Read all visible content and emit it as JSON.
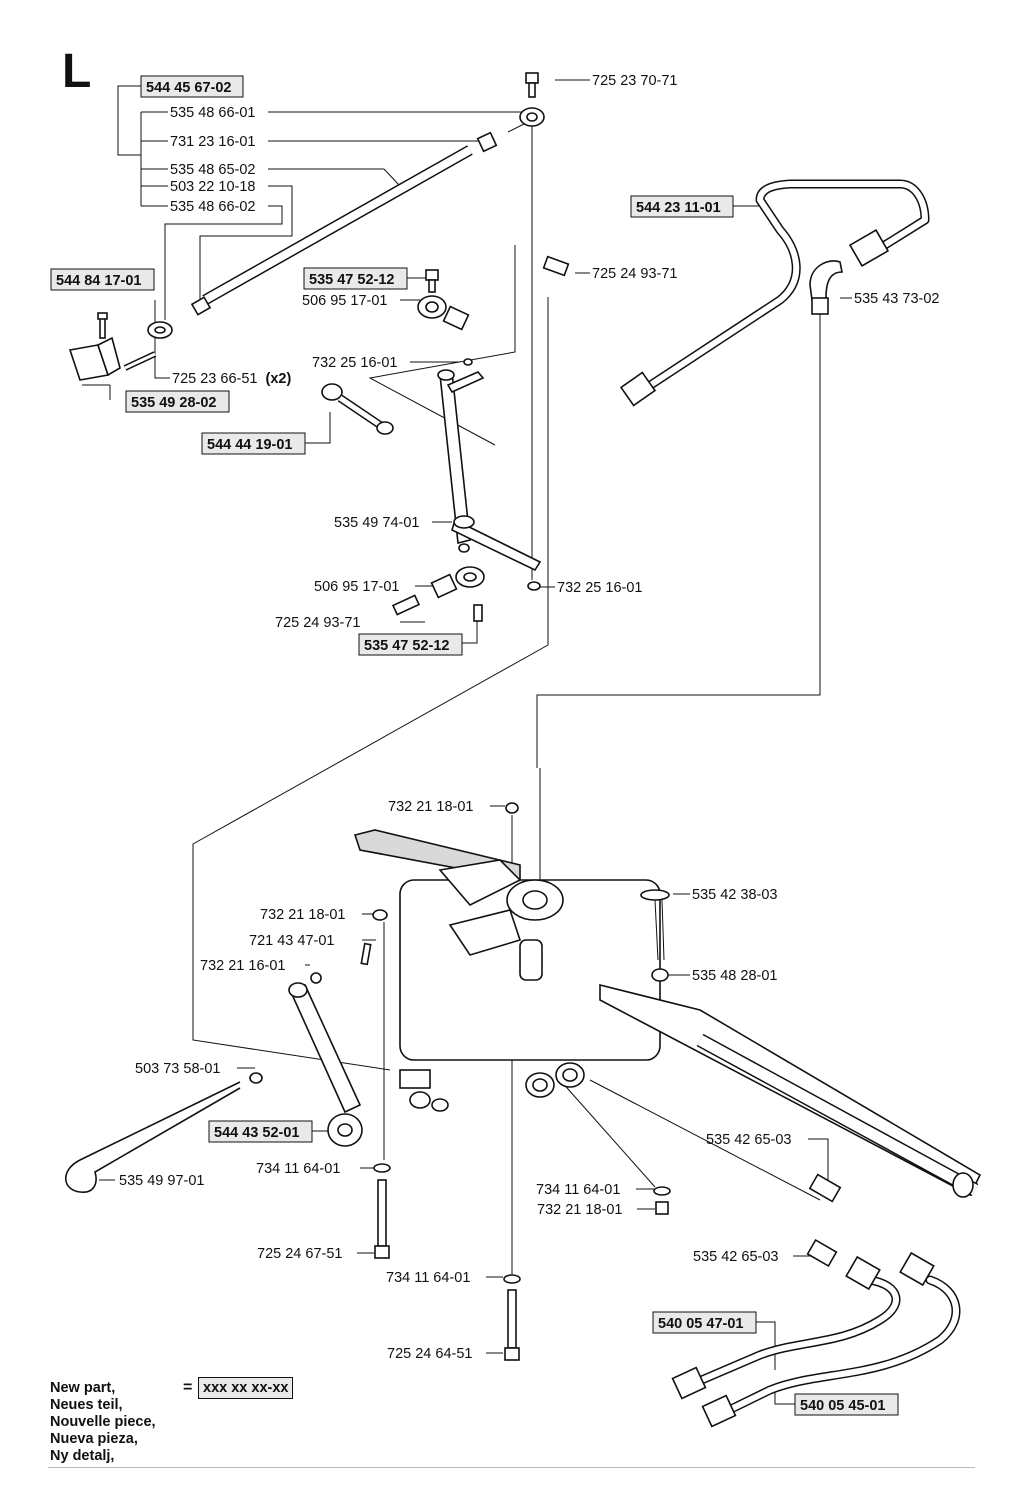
{
  "section": "L",
  "legend": {
    "lines": [
      "New part,",
      "Neues teil,",
      "Nouvelle piece,",
      "Nueva pieza,",
      "Ny detalj,"
    ],
    "equals": "=",
    "sample": "xxx xx xx-xx"
  },
  "parts": [
    {
      "id": "p0",
      "text": "544 45 67-02",
      "new": true
    },
    {
      "id": "p1",
      "text": "535 48 66-01",
      "new": false
    },
    {
      "id": "p2",
      "text": "731 23 16-01",
      "new": false
    },
    {
      "id": "p3",
      "text": "535 48 65-02",
      "new": false
    },
    {
      "id": "p4",
      "text": "503 22 10-18",
      "new": false
    },
    {
      "id": "p5",
      "text": "535 48 66-02",
      "new": false
    },
    {
      "id": "p6",
      "text": "725 23 70-71",
      "new": false
    },
    {
      "id": "p7",
      "text": "544 23 11-01",
      "new": true
    },
    {
      "id": "p8",
      "text": "535 43 73-02",
      "new": false
    },
    {
      "id": "p9",
      "text": "535 47 52-12",
      "new": true
    },
    {
      "id": "p10",
      "text": "725 24 93-71",
      "new": false
    },
    {
      "id": "p11",
      "text": "506 95 17-01",
      "new": false
    },
    {
      "id": "p12",
      "text": "544 84 17-01",
      "new": true
    },
    {
      "id": "p13",
      "text": "725 23 66-51",
      "new": false,
      "suffix": "(x2)"
    },
    {
      "id": "p14",
      "text": "535 49 28-02",
      "new": true
    },
    {
      "id": "p15",
      "text": "732 25 16-01",
      "new": false
    },
    {
      "id": "p16",
      "text": "544 44 19-01",
      "new": true
    },
    {
      "id": "p17",
      "text": "535 49 74-01",
      "new": false
    },
    {
      "id": "p18",
      "text": "506 95 17-01",
      "new": false
    },
    {
      "id": "p19",
      "text": "732 25 16-01",
      "new": false
    },
    {
      "id": "p20",
      "text": "725 24 93-71",
      "new": false
    },
    {
      "id": "p21",
      "text": "535 47 52-12",
      "new": true
    },
    {
      "id": "p22",
      "text": "732 21 18-01",
      "new": false
    },
    {
      "id": "p23",
      "text": "535 42 38-03",
      "new": false
    },
    {
      "id": "p24",
      "text": "732 21 18-01",
      "new": false
    },
    {
      "id": "p25",
      "text": "721 43 47-01",
      "new": false
    },
    {
      "id": "p26",
      "text": "732 21 16-01",
      "new": false
    },
    {
      "id": "p27",
      "text": "535 48 28-01",
      "new": false
    },
    {
      "id": "p28",
      "text": "503 73 58-01",
      "new": false
    },
    {
      "id": "p29",
      "text": "544 43 52-01",
      "new": true
    },
    {
      "id": "p30",
      "text": "535 42 65-03",
      "new": false
    },
    {
      "id": "p31",
      "text": "734 11 64-01",
      "new": false
    },
    {
      "id": "p32",
      "text": "535 49 97-01",
      "new": false
    },
    {
      "id": "p33",
      "text": "734 11 64-01",
      "new": false
    },
    {
      "id": "p34",
      "text": "732 21 18-01",
      "new": false
    },
    {
      "id": "p35",
      "text": "725 24 67-51",
      "new": false
    },
    {
      "id": "p36",
      "text": "535 42 65-03",
      "new": false
    },
    {
      "id": "p37",
      "text": "734 11 64-01",
      "new": false
    },
    {
      "id": "p38",
      "text": "540 05 47-01",
      "new": true
    },
    {
      "id": "p39",
      "text": "725 24 64-51",
      "new": false
    },
    {
      "id": "p40",
      "text": "540 05 45-01",
      "new": true
    }
  ]
}
